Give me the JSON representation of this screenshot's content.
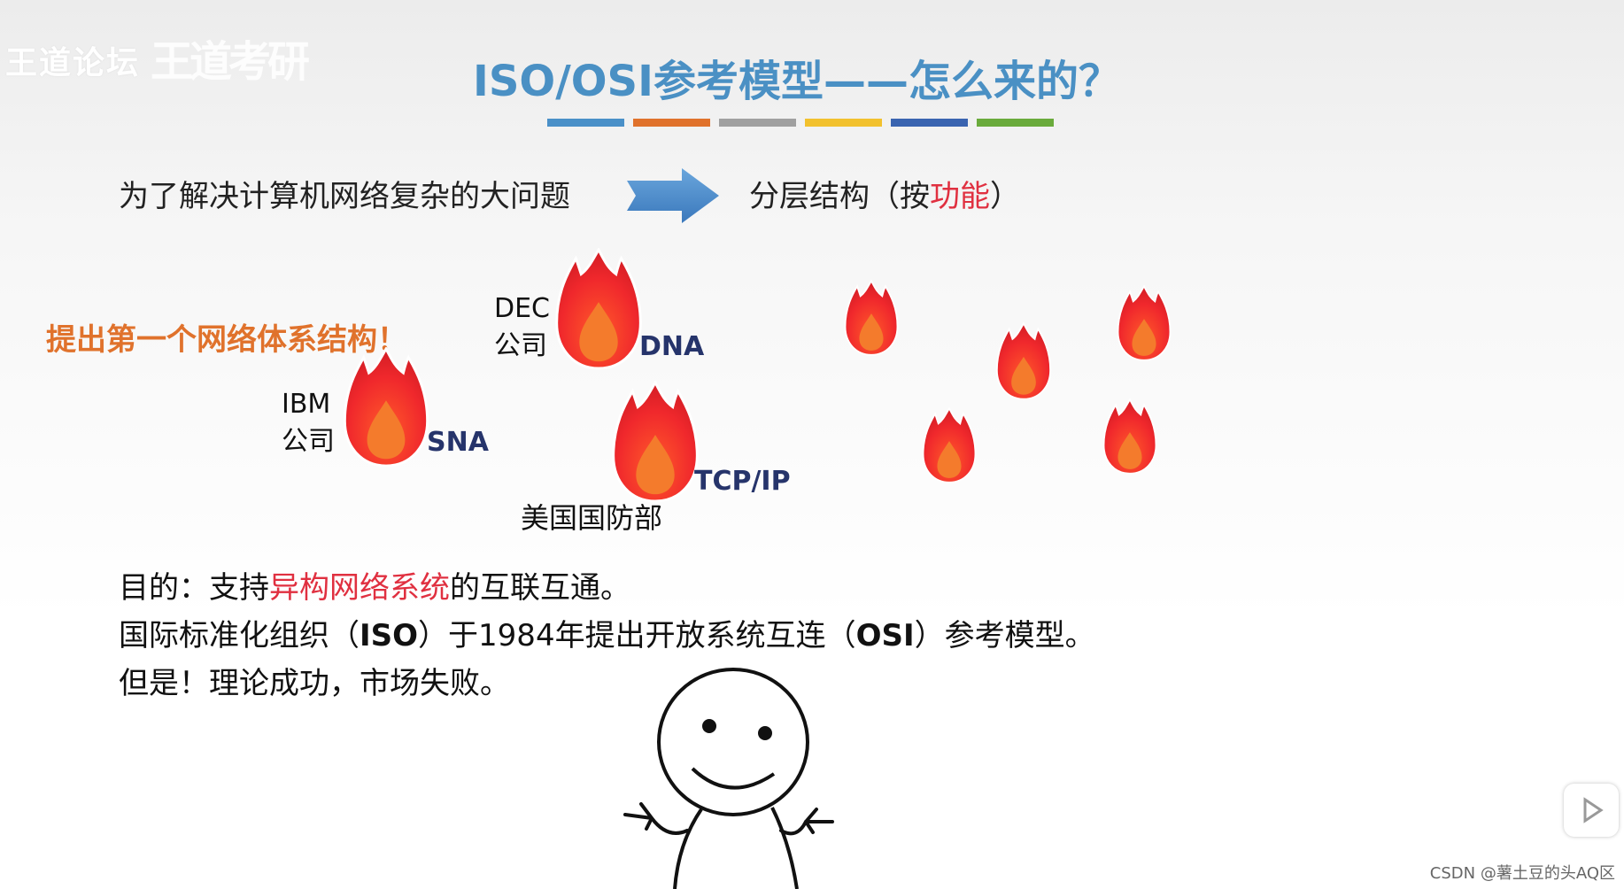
{
  "watermark": {
    "forum": "王道论坛",
    "logo_text": "王道考研"
  },
  "title": "ISO/OSI参考模型——怎么来的？",
  "title_bar_colors": [
    "#4a90c8",
    "#e0722c",
    "#a0a0a0",
    "#f2c12e",
    "#3a64b0",
    "#6aab3c"
  ],
  "intro": {
    "problem": "为了解决计算机网络复杂的大问题",
    "solution_prefix": "分层结构（按",
    "solution_highlight": "功能",
    "solution_suffix": "）"
  },
  "first_arch_note": "提出第一个网络体系结构！",
  "architectures": [
    {
      "org_line1": "IBM",
      "org_line2": "公司",
      "tag": "SNA"
    },
    {
      "org_line1": "DEC",
      "org_line2": "公司",
      "tag": "DNA"
    },
    {
      "org_line1": "美国国防部",
      "tag": "TCP/IP"
    }
  ],
  "paragraphs": {
    "purpose_prefix": "目的：支持",
    "purpose_highlight": "异构网络系统",
    "purpose_suffix": "的互联互通。",
    "iso_a": "国际标准化组织（",
    "iso_b": "ISO",
    "iso_c": "）于1984年提出开放系统互连（",
    "iso_d": "OSI",
    "iso_e": "）参考模型。",
    "conclusion": "但是！理论成功，市场失败。"
  },
  "credit": "CSDN @薯土豆的头AQ区",
  "icons": {
    "arrow": "right-arrow-icon",
    "flame": "fire-icon",
    "character": "shrugging-stickman",
    "play": "play-icon"
  }
}
